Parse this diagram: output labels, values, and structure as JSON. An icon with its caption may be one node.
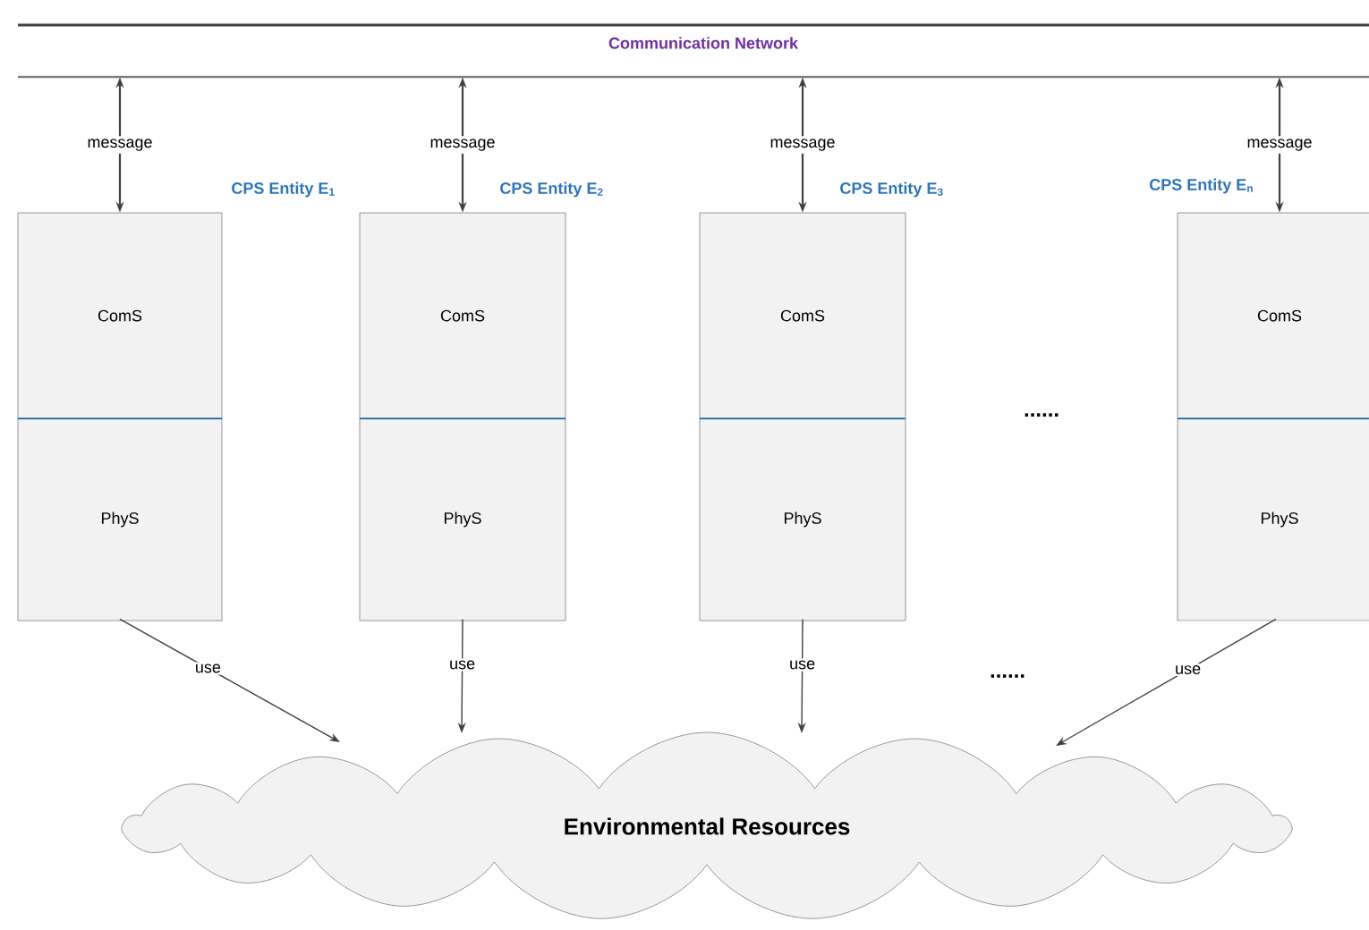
{
  "diagram": {
    "nodes": [
      {
        "text": [
          "Communication Network"
        ]
      },
      {
        "text": [
          "CPS Entity E$_{1}$"
        ]
      },
      {
        "text": [
          "ComS"
        ],
        "in": 1
      },
      {
        "text": [
          "PhyS"
        ],
        "in": 1
      },
      {
        "text": [
          "CPS Entity E$_{2}$"
        ]
      },
      {
        "text": [
          "ComS"
        ],
        "in": 4
      },
      {
        "text": [
          "PhyS"
        ],
        "in": 4
      },
      {
        "text": [
          "CPS Entity E$_{3}$"
        ]
      },
      {
        "text": [
          "ComS"
        ],
        "in": 7
      },
      {
        "text": [
          "PhyS"
        ],
        "in": 7
      },
      {
        "text": [
          "CPS Entity E$_{n}$"
        ]
      },
      {
        "text": [
          "ComS"
        ],
        "in": 10
      },
      {
        "text": [
          "PhyS"
        ],
        "in": 10
      },
      {
        "text": [
          "Environmental Resources"
        ]
      }
    ],
    "edges": [
      {
        "from": 0,
        "to": 1,
        "arrow": "both",
        "label": "message"
      },
      {
        "from": 0,
        "to": 4,
        "arrow": "both",
        "label": "message"
      },
      {
        "from": 0,
        "to": 7,
        "arrow": "both",
        "label": "message"
      },
      {
        "from": 0,
        "to": 10,
        "arrow": "both",
        "label": "message"
      },
      {
        "from": 3,
        "to": 13,
        "arrow": "to",
        "label": "use"
      },
      {
        "from": 6,
        "to": 13,
        "arrow": "to",
        "label": "use"
      },
      {
        "from": 9,
        "to": 13,
        "arrow": "to",
        "label": "use"
      },
      {
        "from": 12,
        "to": 13,
        "arrow": "to",
        "label": "use"
      }
    ],
    "labels": [
      "......",
      "......"
    ]
  }
}
